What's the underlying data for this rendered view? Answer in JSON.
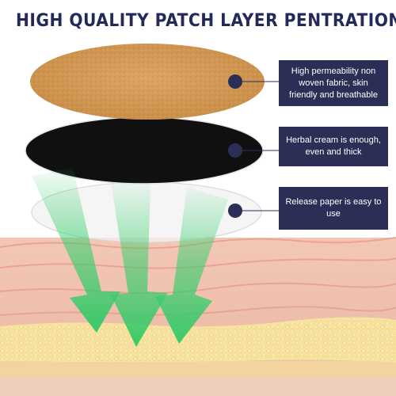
{
  "title": "HIGH QUALITY PATCH LAYER PENTRATION",
  "layers": [
    {
      "label": "High permeability non woven fabric,  skin friendly and breathable"
    },
    {
      "label": "Herbal cream is enough, even and thick"
    },
    {
      "label": "Release paper is easy to use"
    }
  ],
  "colors": {
    "title": "#232a5a",
    "label_box": "#2b2f56",
    "marker_dot": "#2b2f56",
    "fabric_layer": "#d49a55",
    "cream_layer": "#111111",
    "release_paper": "#eeeeee",
    "arrows": "#39d06f",
    "skin": "#f1c2b0",
    "fat_layer": "#f6df96"
  }
}
